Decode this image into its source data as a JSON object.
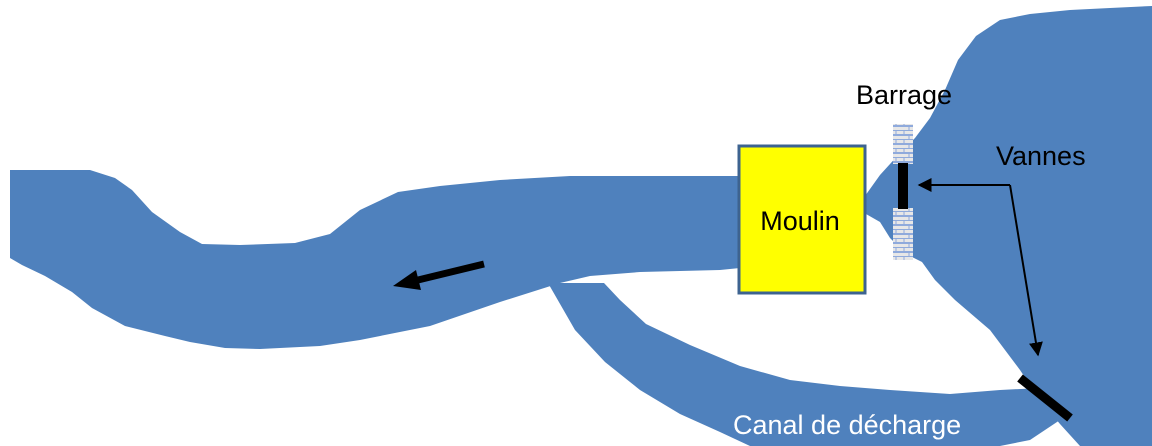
{
  "labels": {
    "barrage": "Barrage",
    "vannes": "Vannes",
    "moulin": "Moulin",
    "canal": "Canal de décharge"
  },
  "colors": {
    "water": "#4f81bd",
    "water_edge": "#4a7ab6",
    "moulin_fill": "#ffff00",
    "moulin_border": "#3d6390",
    "brick_fill": "#e7e7e7",
    "brick_line": "#8faadc",
    "gate": "#000000",
    "text_dark": "#000000",
    "text_light": "#ffffff"
  },
  "icons": {
    "flow": "arrow-left-icon",
    "pointer": "arrowhead-icon",
    "dam": "brick-wall-icon"
  }
}
